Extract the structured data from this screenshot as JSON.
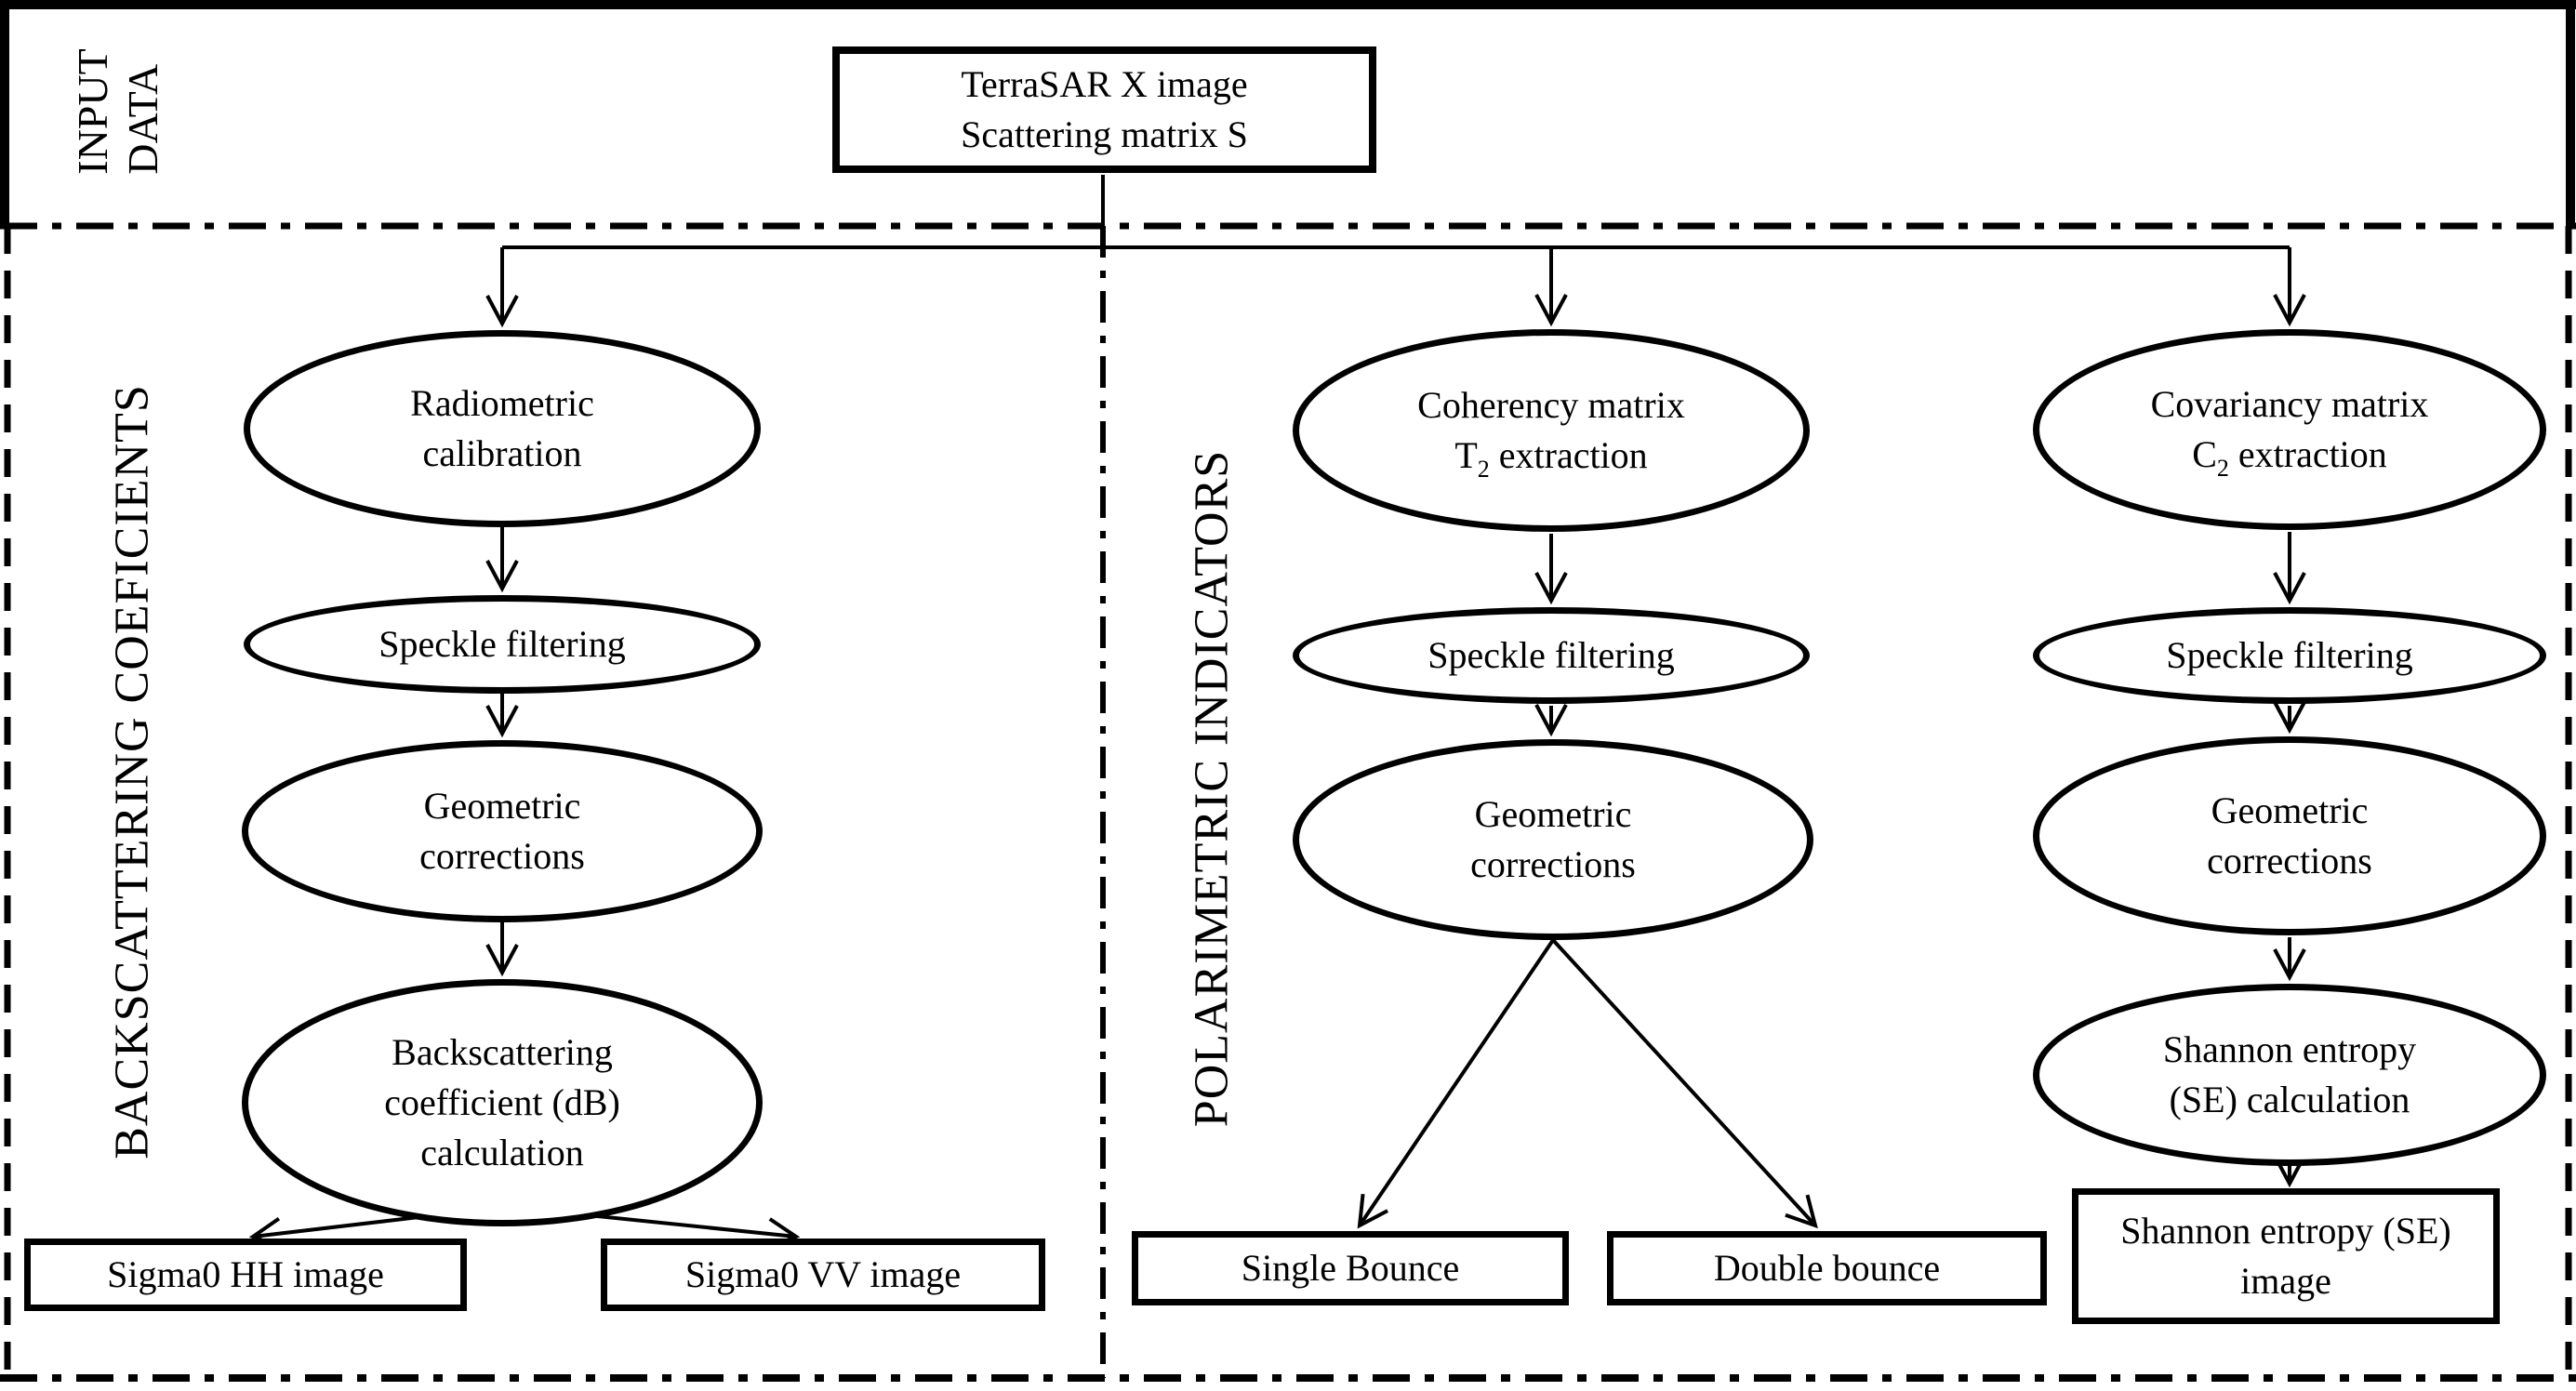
{
  "colors": {
    "ink": "#000000",
    "paper": "#ffffff"
  },
  "sections": {
    "input_data": {
      "line1": "INPUT",
      "line2": "DATA"
    },
    "backscattering": {
      "label": "BACKSCATTERING COEFICIENTS"
    },
    "polarimetric": {
      "label": "POLARIMETRIC INDICATORS"
    }
  },
  "nodes": {
    "terrasar": {
      "line1": "TerraSAR X image",
      "line2": "Scattering matrix S"
    },
    "radiometric": {
      "line1": "Radiometric",
      "line2": "calibration"
    },
    "speckle_left": {
      "line1": "Speckle filtering"
    },
    "geometric_left": {
      "line1": "Geometric",
      "line2": "corrections"
    },
    "backscatter_calc": {
      "line1": "Backscattering",
      "line2": "coefficient (dB)",
      "line3": "calculation"
    },
    "sigma_hh": {
      "line1": "Sigma0 HH image"
    },
    "sigma_vv": {
      "line1": "Sigma0 VV image"
    },
    "coherency": {
      "line1": "Coherency matrix",
      "line2_base": "T",
      "line2_sub": "2",
      "line2_rest": " extraction"
    },
    "speckle_mid": {
      "line1": "Speckle filtering"
    },
    "geometric_mid": {
      "line1": "Geometric",
      "line2": "corrections"
    },
    "single_bounce": {
      "line1": "Single Bounce"
    },
    "double_bounce": {
      "line1": "Double bounce"
    },
    "covariancy": {
      "line1": "Covariancy matrix",
      "line2_base": "C",
      "line2_sub": "2",
      "line2_rest": " extraction"
    },
    "speckle_right": {
      "line1": "Speckle filtering"
    },
    "geometric_right": {
      "line1": "Geometric",
      "line2": "corrections"
    },
    "shannon_calc": {
      "line1": "Shannon entropy",
      "line2": "(SE) calculation"
    },
    "shannon_image": {
      "line1": "Shannon entropy (SE)",
      "line2": "image"
    }
  }
}
